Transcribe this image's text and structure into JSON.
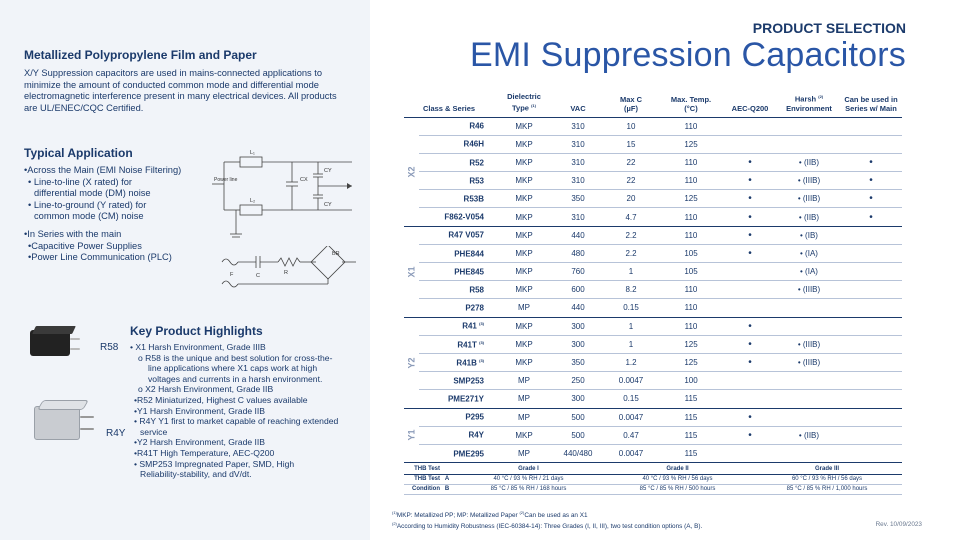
{
  "header": {
    "product_selection": "PRODUCT SELECTION",
    "title": "EMI Suppression Capacitors"
  },
  "intro": {
    "heading": "Metallized Polypropylene Film and Paper",
    "text": "X/Y Suppression capacitors are used in mains-connected applications to minimize the amount of conducted common mode and differential mode electromagnetic interference present in many electrical devices. All products are UL/ENEC/CQC Certified."
  },
  "typical": {
    "heading": "Typical Application",
    "line1": "•Across the Main (EMI Noise Filtering)",
    "line2": "• Line-to-line (X rated) for",
    "line2b": "differential mode  (DM) noise",
    "line3": "• Line-to-ground (Y rated) for",
    "line3b": "common mode (CM) noise",
    "line4": "•In Series with the main",
    "line5": "•Capacitive Power Supplies",
    "line6": "•Power Line Communication (PLC)"
  },
  "circuit": {
    "l1": "L₁",
    "l2": "L₂",
    "cx": "CX",
    "cy1": "CY",
    "cy2": "CY",
    "power_line": "Power line",
    "f": "F",
    "c": "C",
    "r": "R",
    "br": "BR"
  },
  "highlights": {
    "heading": "Key Product Highlights",
    "r58_label": "R58",
    "r4y_label": "R4Y",
    "items": [
      "• X1 Harsh Environment, Grade IIIB",
      "o    R58 is the unique and best solution for cross-the-",
      "line applications where X1 caps work at high",
      "voltages and currents in a harsh environment.",
      "o    X2 Harsh Environment, Grade IIB",
      "•R52 Miniaturized, Highest C values available",
      "•Y1 Harsh Environment, Grade IIB",
      "• R4Y Y1 first to market capable of reaching extended",
      "service",
      "•Y2 Harsh Environment, Grade IIB",
      "•R41T High Temperature, AEC-Q200",
      "• SMP253  Impregnated Paper, SMD, High",
      "Reliability-stability, and dV/dt."
    ]
  },
  "table": {
    "headers": {
      "class": "Class & Series",
      "dielectric": "Dielectric",
      "type": "Type",
      "type_sup": "(1)",
      "vac": "VAC",
      "maxc": "Max C",
      "maxc_unit": "(µF)",
      "maxtemp": "Max. Temp.",
      "maxtemp_unit": "(°C)",
      "aec": "AEC-Q200",
      "harsh": "Harsh",
      "harsh_sup": "(2)",
      "harsh2": "Environment",
      "series": "Can be used in",
      "series2": "Series w/ Main"
    },
    "groups": {
      "x2": "X2",
      "x1": "X1",
      "y2": "Y2",
      "y1": "Y1"
    },
    "rows": [
      {
        "cls": "R46",
        "sup": "",
        "type": "MKP",
        "vac": "310",
        "c": "10",
        "t": "110",
        "aec": "",
        "harsh": "",
        "ser": ""
      },
      {
        "cls": "R46H",
        "sup": "",
        "type": "MKP",
        "vac": "310",
        "c": "15",
        "t": "125",
        "aec": "",
        "harsh": "",
        "ser": ""
      },
      {
        "cls": "R52",
        "sup": "",
        "type": "MKP",
        "vac": "310",
        "c": "22",
        "t": "110",
        "aec": "•",
        "harsh": "• (IIB)",
        "ser": "•"
      },
      {
        "cls": "R53",
        "sup": "",
        "type": "MKP",
        "vac": "310",
        "c": "22",
        "t": "110",
        "aec": "•",
        "harsh": "• (IIIB)",
        "ser": "•"
      },
      {
        "cls": "R53B",
        "sup": "",
        "type": "MKP",
        "vac": "350",
        "c": "20",
        "t": "125",
        "aec": "•",
        "harsh": "• (IIIB)",
        "ser": "•"
      },
      {
        "cls": "F862-V054",
        "sup": "",
        "type": "MKP",
        "vac": "310",
        "c": "4.7",
        "t": "110",
        "aec": "•",
        "harsh": "• (IIB)",
        "ser": "•"
      },
      {
        "cls": "R47 V057",
        "sup": "",
        "type": "MKP",
        "vac": "440",
        "c": "2.2",
        "t": "110",
        "aec": "•",
        "harsh": "• (IB)",
        "ser": ""
      },
      {
        "cls": "PHE844",
        "sup": "",
        "type": "MKP",
        "vac": "480",
        "c": "2.2",
        "t": "105",
        "aec": "•",
        "harsh": "• (IA)",
        "ser": ""
      },
      {
        "cls": "PHE845",
        "sup": "",
        "type": "MKP",
        "vac": "760",
        "c": "1",
        "t": "105",
        "aec": "",
        "harsh": "• (IA)",
        "ser": ""
      },
      {
        "cls": "R58",
        "sup": "",
        "type": "MKP",
        "vac": "600",
        "c": "8.2",
        "t": "110",
        "aec": "",
        "harsh": "• (IIIB)",
        "ser": ""
      },
      {
        "cls": "P278",
        "sup": "",
        "type": "MP",
        "vac": "440",
        "c": "0.15",
        "t": "110",
        "aec": "",
        "harsh": "",
        "ser": ""
      },
      {
        "cls": "R41",
        "sup": "(3)",
        "type": "MKP",
        "vac": "300",
        "c": "1",
        "t": "110",
        "aec": "•",
        "harsh": "",
        "ser": ""
      },
      {
        "cls": "R41T",
        "sup": "(3)",
        "type": "MKP",
        "vac": "300",
        "c": "1",
        "t": "125",
        "aec": "•",
        "harsh": "• (IIIB)",
        "ser": ""
      },
      {
        "cls": "R41B",
        "sup": "(3)",
        "type": "MKP",
        "vac": "350",
        "c": "1.2",
        "t": "125",
        "aec": "•",
        "harsh": "• (IIIB)",
        "ser": ""
      },
      {
        "cls": "SMP253",
        "sup": "",
        "type": "MP",
        "vac": "250",
        "c": "0.0047",
        "t": "100",
        "aec": "",
        "harsh": "",
        "ser": ""
      },
      {
        "cls": "PME271Y",
        "sup": "",
        "type": "MP",
        "vac": "300",
        "c": "0.15",
        "t": "115",
        "aec": "",
        "harsh": "",
        "ser": ""
      },
      {
        "cls": "P295",
        "sup": "",
        "type": "MP",
        "vac": "500",
        "c": "0.0047",
        "t": "115",
        "aec": "•",
        "harsh": "",
        "ser": ""
      },
      {
        "cls": "R4Y",
        "sup": "",
        "type": "MKP",
        "vac": "500",
        "c": "0.47",
        "t": "115",
        "aec": "•",
        "harsh": "• (IIB)",
        "ser": ""
      },
      {
        "cls": "PME295",
        "sup": "",
        "type": "MP",
        "vac": "440/480",
        "c": "0.0047",
        "t": "115",
        "aec": "",
        "harsh": "",
        "ser": ""
      }
    ]
  },
  "thb": {
    "test": "THB Test",
    "condition": "Condition",
    "a": "A",
    "b": "B",
    "grade1": "Grade I",
    "grade2": "Grade II",
    "grade3": "Grade III",
    "g1a": "40 °C / 93 % RH / 21 days",
    "g2a": "40 °C / 93 % RH / 56 days",
    "g3a": "60 °C / 93 % RH / 56 days",
    "g1b": "85 °C / 85 % RH / 168 hours",
    "g2b": "85 °C / 85 % RH / 500 hours",
    "g3b": "85 °C / 85 % RH / 1,000 hours"
  },
  "footer": {
    "note1": "MKP: Metallized PP; MP: Metallized Paper",
    "note1b": "Can be used as an X1",
    "note1_sup1": "(1)",
    "note1_sup2": "(2)",
    "note2_sup": "(2)",
    "note2": "According to Humidity Robustness (IEC-60384-14): Three Grades (I, II, III), two test condition options (A,  B).",
    "rev": "Rev. 10/09/2023"
  },
  "colors": {
    "navy": "#1b3a6b",
    "accent": "#2a56a6",
    "panel": "#f1f4f9"
  }
}
